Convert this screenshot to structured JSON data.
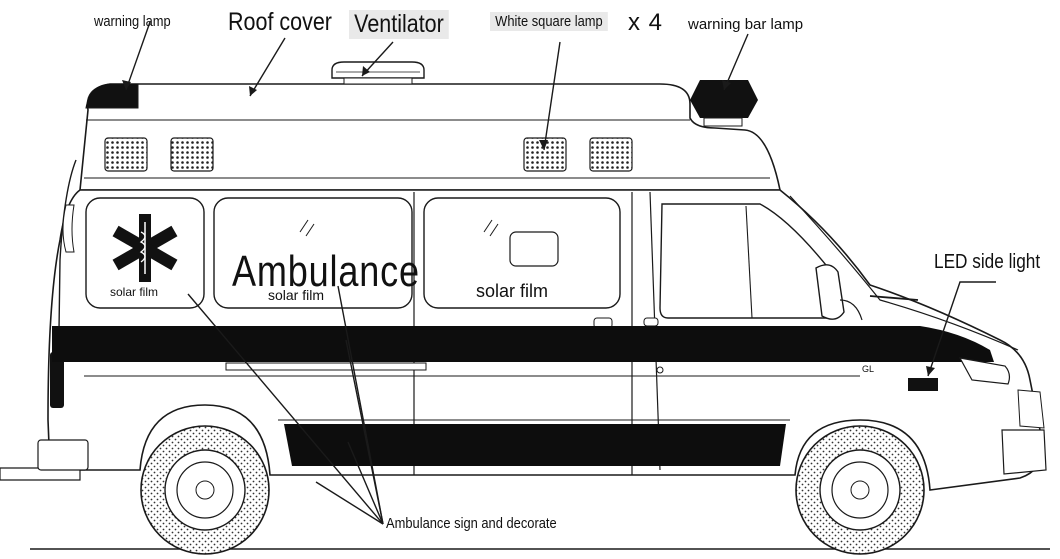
{
  "callouts": {
    "warning_lamp": "warning lamp",
    "roof_cover": "Roof cover",
    "ventilator": "Ventilator",
    "white_square_lamp": "White square lamp",
    "white_square_lamp_qty": "x 4",
    "warning_bar_lamp": "warning bar lamp",
    "led_side_light": "LED side light",
    "ambulance_sign": "Ambulance sign and decorate"
  },
  "vehicle_text": {
    "window1_film": "solar film",
    "window2_word": "Ambulance",
    "window2_film": "solar film",
    "window3_film": "solar film",
    "badge": "GL"
  },
  "colors": {
    "line": "#1a1a1a",
    "stripe": "#0d0d0d",
    "label_bg": "#e9e9e9"
  }
}
